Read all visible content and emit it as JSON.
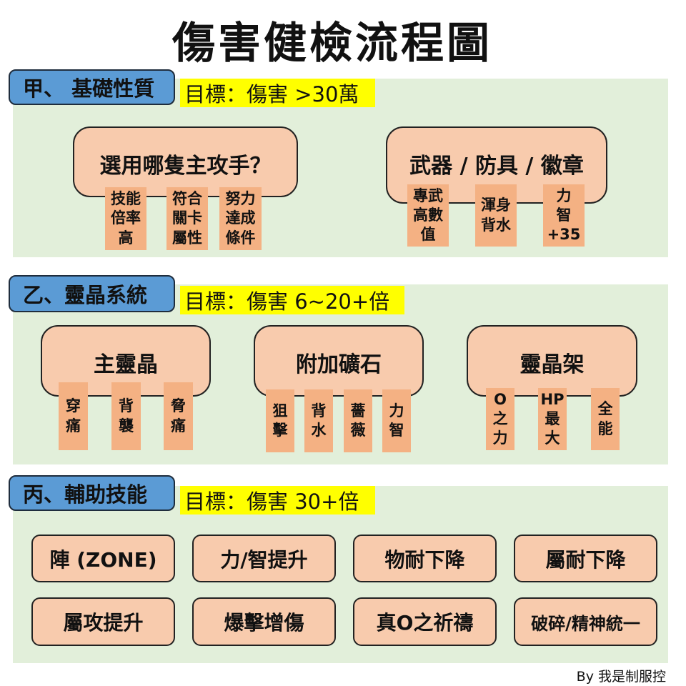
{
  "title": "傷害健檢流程圖",
  "sections": [
    {
      "label": "甲、 基礎性質",
      "goal": "目標：傷害 >30萬",
      "groups": [
        {
          "name": "選用哪隻主攻手？",
          "items": [
            "技能\n倍率\n高",
            "符合\n關卡\n屬性",
            "努力\n達成\n條件"
          ]
        },
        {
          "name": "武器 / 防具 / 徽章",
          "items": [
            "專武\n高數\n值",
            "渾身\n背水",
            "力\n智\n+35"
          ]
        }
      ]
    },
    {
      "label": "乙、靈晶系統",
      "goal": "目標：傷害 6~20+倍",
      "groups": [
        {
          "name": "主靈晶",
          "items": [
            "穿\n痛",
            "背\n襲",
            "脅\n痛"
          ]
        },
        {
          "name": "附加礦石",
          "items": [
            "狙\n擊",
            "背\n水",
            "薔\n薇",
            "力\n智"
          ]
        },
        {
          "name": "靈晶架",
          "items": [
            "O\n之\n力",
            "HP\n最\n大",
            "全\n能"
          ]
        }
      ]
    },
    {
      "label": "丙、輔助技能",
      "goal": "目標：傷害 30+倍",
      "items": [
        "陣 (ZONE)",
        "力/智提升",
        "物耐下降",
        "屬耐下降",
        "屬攻提升",
        "爆擊增傷",
        "真O之祈禱",
        "破碎/精神統一"
      ]
    }
  ],
  "footer": "By 我是制服控"
}
